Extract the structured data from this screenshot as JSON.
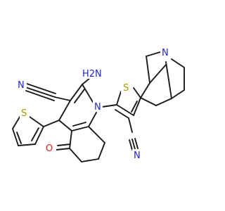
{
  "atoms": {
    "nitrile_n_left": "N",
    "nitrile_c_left": "C",
    "amine_h2n": "H2N",
    "ring_n1": "N",
    "ring_n_bicyclic": "N",
    "thiophene_s_right": "S",
    "thiophene_s_left": "S",
    "nitrile_n_bottom": "N",
    "nitrile_c_bottom": "C",
    "ketone_o": "O"
  },
  "colors": {
    "carbon": "#1a1a1a",
    "nitrogen": "#2323d6",
    "sulfur": "#a89a00",
    "oxygen": "#e01a1a"
  }
}
